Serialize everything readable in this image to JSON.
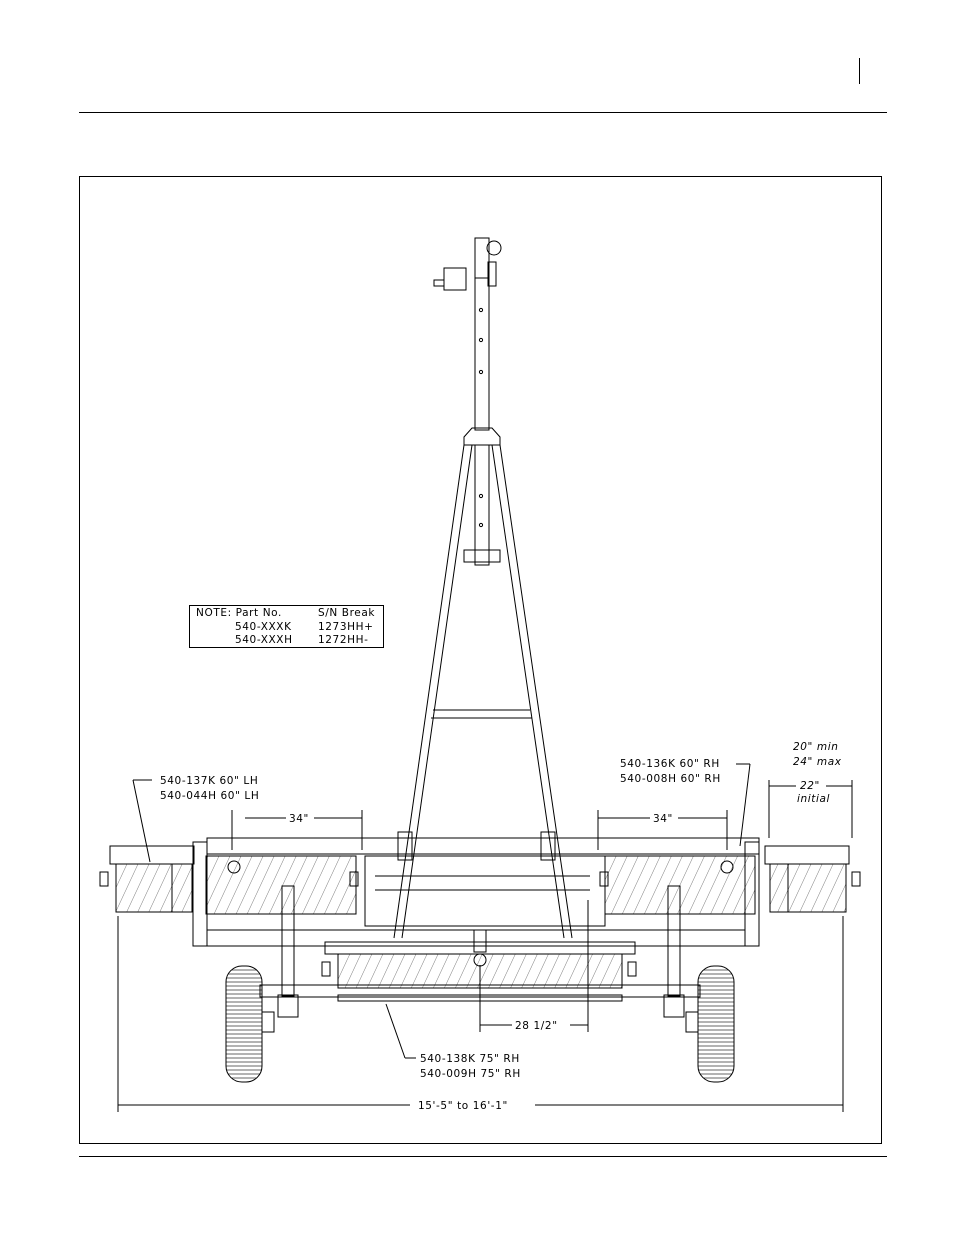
{
  "note": {
    "title": "NOTE: Part No.",
    "col_header": "S/N Break",
    "rows": [
      {
        "part": "540-XXXK",
        "break": "1273HH+"
      },
      {
        "part": "540-XXXH",
        "break": "1272HH-"
      }
    ]
  },
  "callouts": {
    "lh_k": "540-137K 60\" LH",
    "lh_h": "540-044H 60\" LH",
    "rh_k": "540-136K 60\" RH",
    "rh_h": "540-008H 60\" RH",
    "ctr_k": "540-138K 75\" RH",
    "ctr_h": "540-009H 75\" RH"
  },
  "dimensions": {
    "left_spacing": "34\"",
    "right_spacing": "34\"",
    "center_offset": "28 1/2\"",
    "overall_width": "15'-5\" to 16'-1\"",
    "gap_min": "20\" min",
    "gap_max": "24\" max",
    "gap_initial": "22\"",
    "gap_initial_label": "initial"
  }
}
